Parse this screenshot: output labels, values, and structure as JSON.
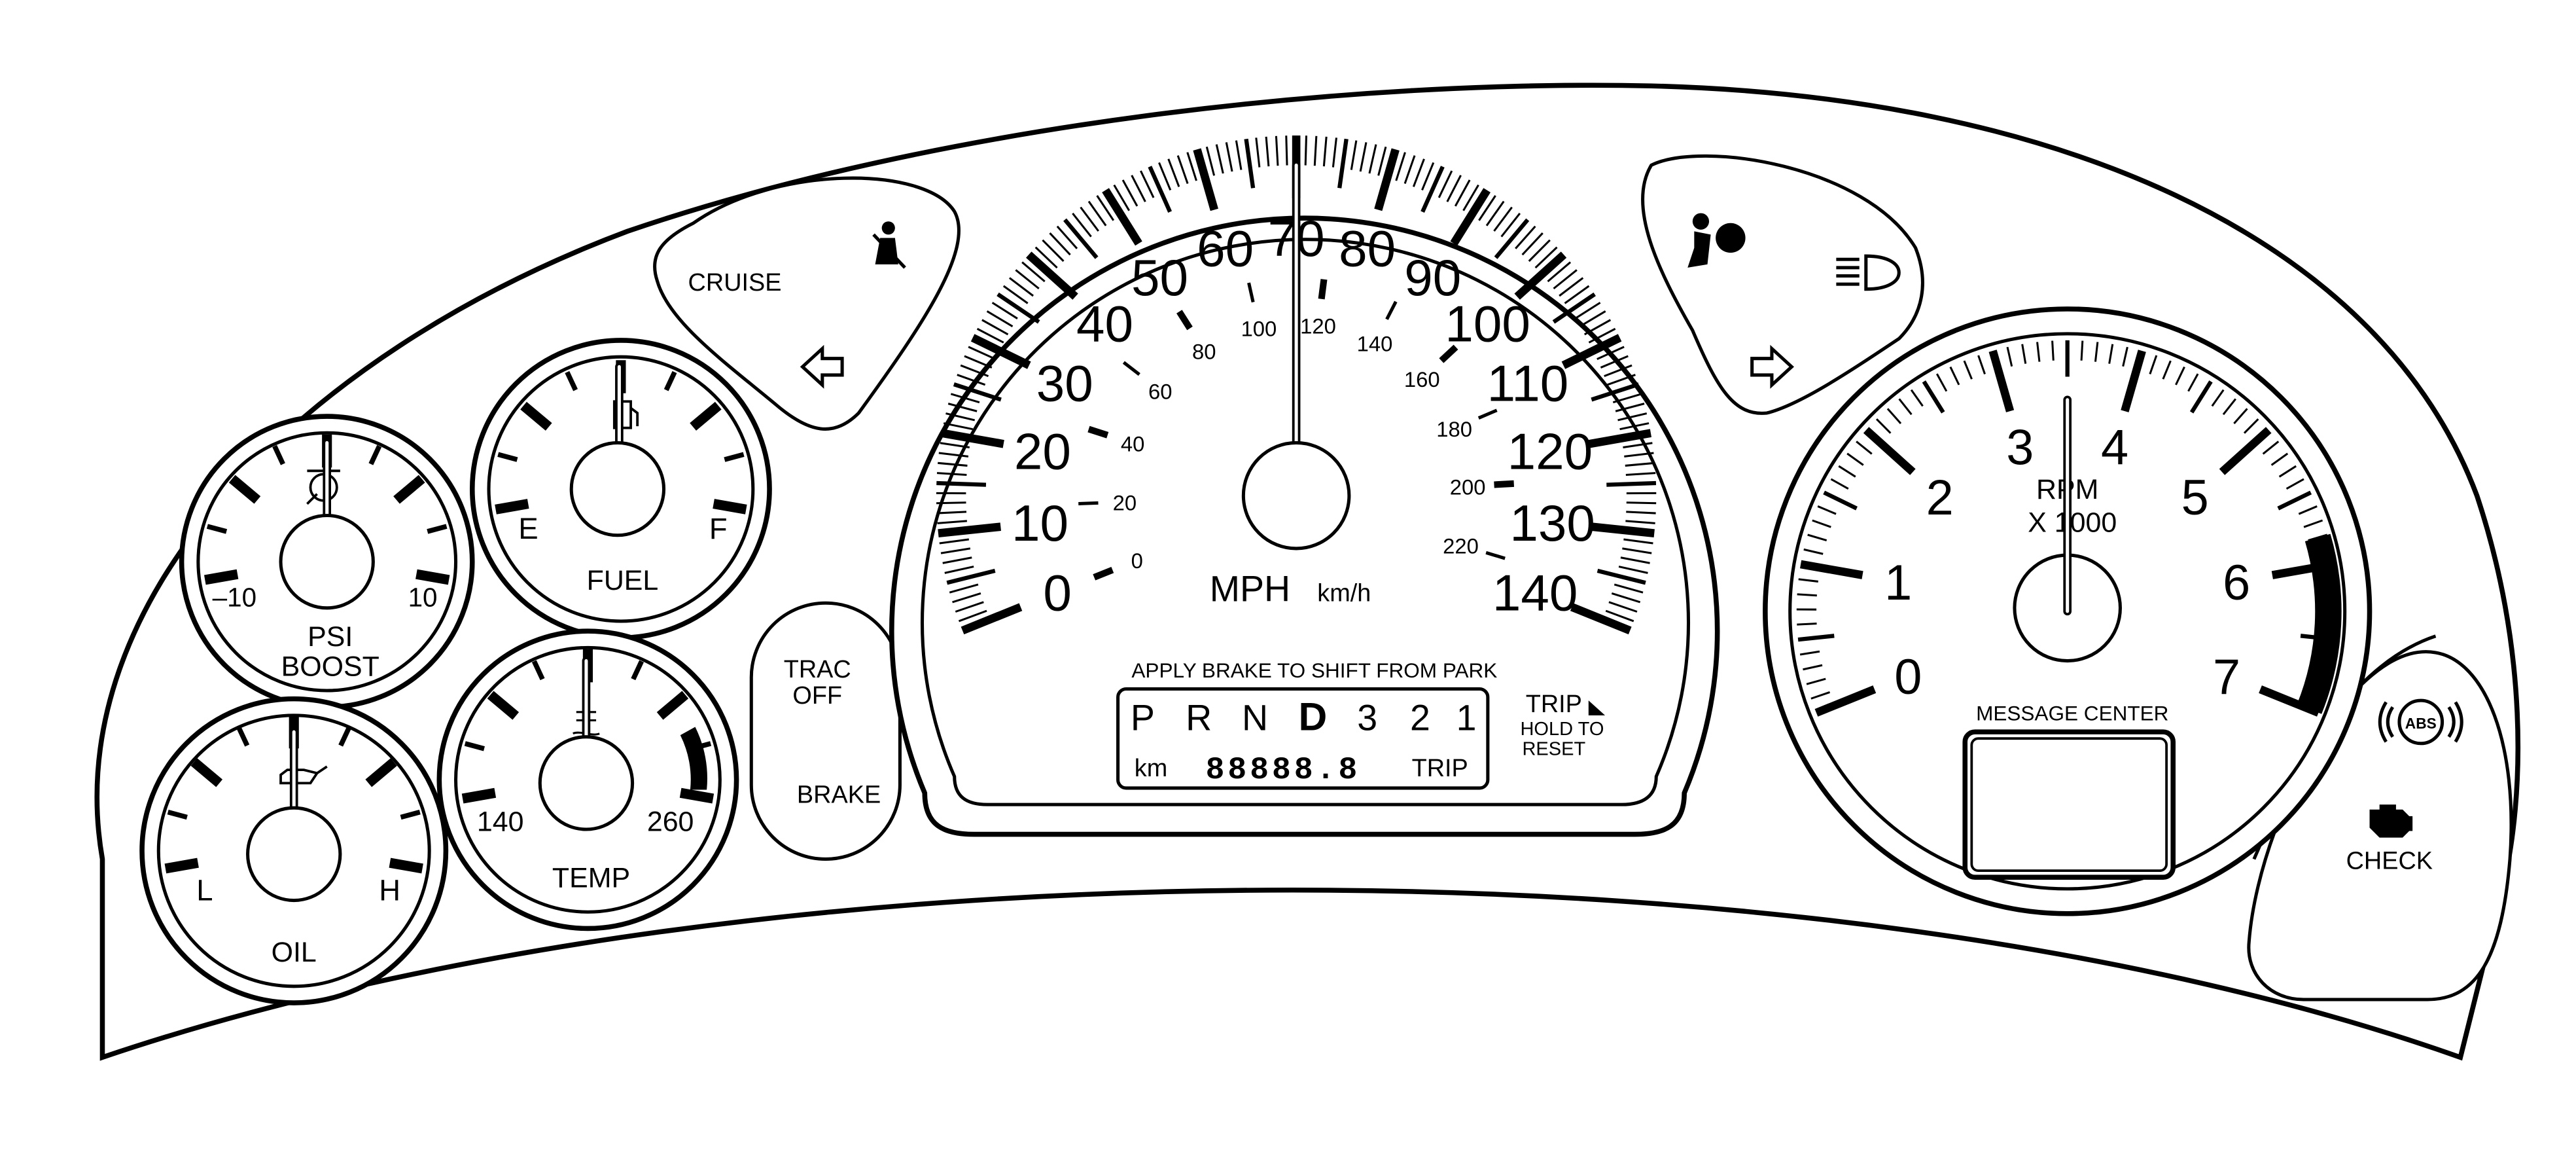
{
  "colors": {
    "ink": "#000000",
    "paper": "#ffffff"
  },
  "speedometer": {
    "mph_numbers": [
      "0",
      "10",
      "20",
      "30",
      "40",
      "50",
      "60",
      "70",
      "80",
      "90",
      "100",
      "110",
      "120",
      "130",
      "140"
    ],
    "kmh_numbers": [
      "0",
      "20",
      "40",
      "60",
      "80",
      "100",
      "120",
      "140",
      "160",
      "180",
      "200",
      "220"
    ],
    "mph_label": "MPH",
    "kmh_label": "km/h",
    "needle_mph": 70,
    "apply_brake_text": "APPLY BRAKE TO SHIFT FROM PARK",
    "prndl": [
      "P",
      "R",
      "N",
      "D",
      "3",
      "2",
      "1"
    ],
    "selected_gear": "D",
    "odometer_unit": "km",
    "odometer_digits": "88888.8",
    "trip_label": "TRIP",
    "trip_button_label": "TRIP",
    "hold_to_label": "HOLD TO",
    "reset_label": "RESET"
  },
  "tachometer": {
    "numbers": [
      "0",
      "1",
      "2",
      "3",
      "4",
      "5",
      "6",
      "7"
    ],
    "label_rpm": "RPM",
    "label_x1000": "X 1000",
    "needle_rpm": 3.5,
    "redline_from": 5.8,
    "message_center_label": "MESSAGE CENTER"
  },
  "gauges": {
    "boost": {
      "label1": "PSI",
      "label2": "BOOST",
      "min_label": "–10",
      "max_label": "10",
      "needle_fraction": 0.5,
      "icon": "turbo-icon"
    },
    "fuel": {
      "label": "FUEL",
      "min_label": "E",
      "max_label": "F",
      "needle_fraction": 0.5,
      "icon": "fuel-pump-icon"
    },
    "oil": {
      "label": "OIL",
      "min_label": "L",
      "max_label": "H",
      "needle_fraction": 0.5,
      "icon": "oil-can-icon"
    },
    "temp": {
      "label": "TEMP",
      "min_label": "140",
      "max_label": "260",
      "needle_fraction": 0.5,
      "icon": "coolant-temp-icon"
    }
  },
  "indicators": {
    "cruise_label": "CRUISE",
    "traction_line1": "TRAC",
    "traction_line2": "OFF",
    "brake_label": "BRAKE",
    "abs_label": "ABS",
    "check_label": "CHECK",
    "icons": [
      "seatbelt-icon",
      "left-turn-arrow-icon",
      "airbag-icon",
      "high-beam-icon",
      "right-turn-arrow-icon",
      "abs-icon",
      "check-engine-icon"
    ]
  }
}
